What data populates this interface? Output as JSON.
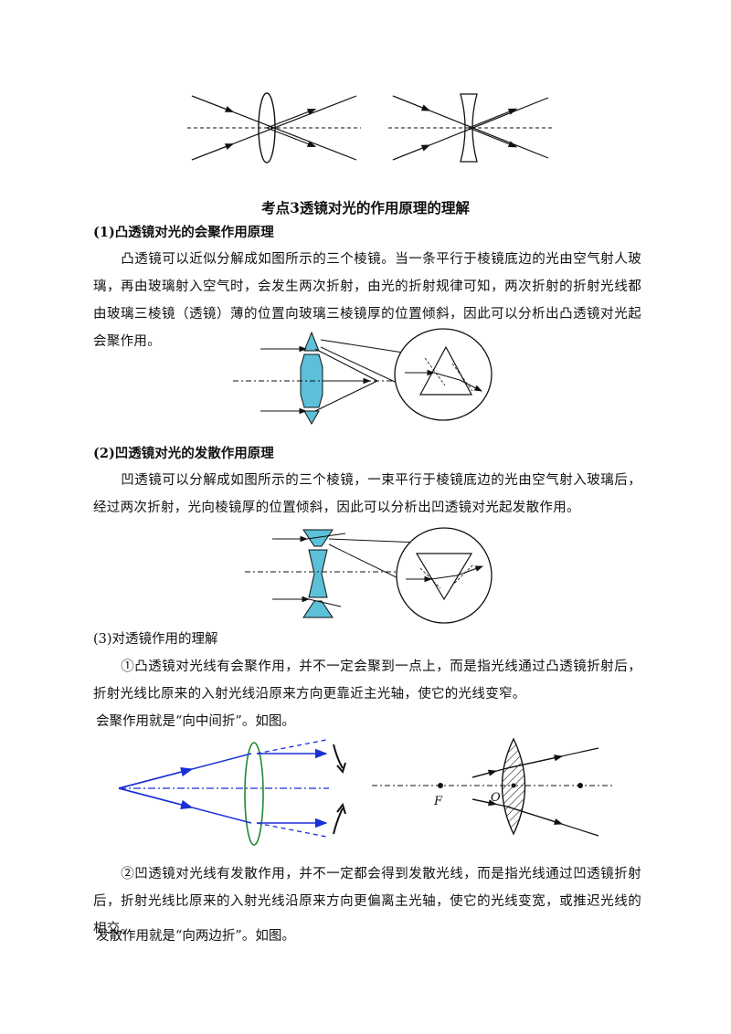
{
  "section_title": "考点3透镜对光的作用原理的理解",
  "sub1": {
    "title": "(1)凸透镜对光的会聚作用原理",
    "text": "凸透镜可以近似分解成如图所示的三个棱镜。当一条平行于棱镜底边的光由空气射人玻璃，再由玻璃射入空气时，会发生两次折射，由光的折射规律可知，两次折射的折射光线都由玻璃三棱镜（透镜）薄的位置向玻璃三棱镜厚的位置倾斜，因此可以分析出凸透镜对光起会聚作用。"
  },
  "sub2": {
    "title": "(2)凹透镜对光的发散作用原理",
    "text": "凹透镜可以分解成如图所示的三个棱镜，一束平行于棱镜底边的光由空气射入玻璃后，经过两次折射，光向棱镜厚的位置倾斜，因此可以分析出凹透镜对光起发散作用。"
  },
  "sub3": {
    "title": "(3)对透镜作用的理解",
    "point1": "①凸透镜对光线有会聚作用，并不一定会聚到一点上，而是指光线通过凸透镜折射后，折射光线比原来的入射光线沿原来方向更靠近主光轴，使它的光线变窄。",
    "converge_note": "会聚作用就是“向中间折”。如图。",
    "point2": "②凹透镜对光线有发散作用，并不一定都会得到发散光线，而是指光线通过凹透镜折射后，折射光线比原来的入射光线沿原来方向更偏离主光轴，使它的光线变宽，或推迟光线的相交。",
    "diverge_note": "发散作用就是“向两边折”。如图。"
  },
  "figure_labels": {
    "focus": "F",
    "optical_center": "O"
  },
  "colors": {
    "prism_fill": "#5bc0d8",
    "ray_blue": "#1a2fd6",
    "lens_green": "#1f8a2e"
  }
}
